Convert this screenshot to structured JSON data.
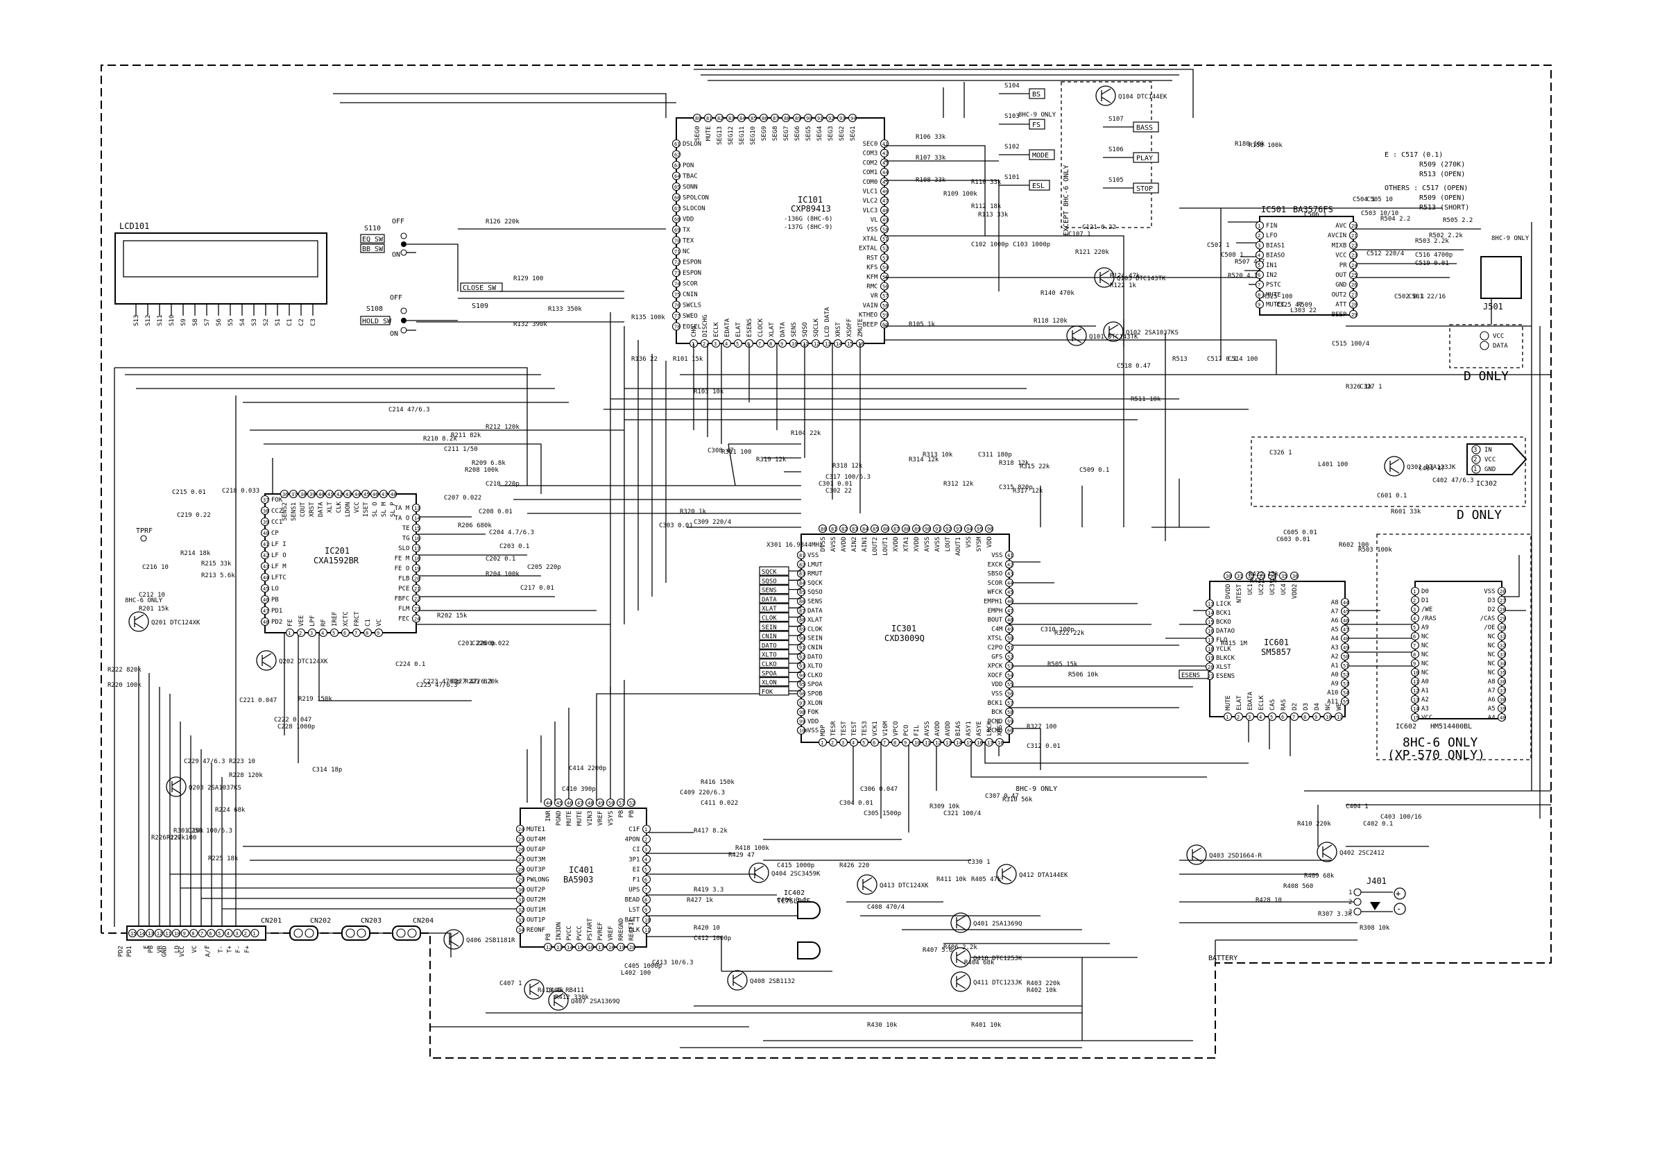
{
  "lcd": {
    "name": "LCD101",
    "pins": [
      "S13",
      "S12",
      "S11",
      "S10",
      "S9",
      "S8",
      "S7",
      "S6",
      "S5",
      "S4",
      "S3",
      "S2",
      "S1",
      "C1",
      "C2",
      "C3"
    ]
  },
  "chips": {
    "ic101": {
      "name": "IC101",
      "part": "CXP89413",
      "note1": "-136G (8HC-6)",
      "note2": "-137G (8HC-9)",
      "pins_left": [
        "DSLON",
        "",
        "PON",
        "TBAC",
        "SONN",
        "SPOLCON",
        "SLOCON",
        "VDD",
        "TX",
        "TEX",
        "NC",
        "ESPON",
        "ESPON",
        "SCOR",
        "CNIN",
        "SWCLS",
        "SWEO",
        "EOSEL"
      ],
      "pins_right": [
        "SEC0",
        "COM3",
        "COM2",
        "COM1",
        "COM0",
        "VLC1",
        "VLC2",
        "VLC3",
        "VL",
        "VSS",
        "XTAL",
        "EXTAL",
        "RST",
        "KFS",
        "KFM",
        "RMC",
        "VR",
        "VAIN",
        "KTHEO",
        "BEEP"
      ],
      "pins_bottom": [
        "CHG",
        "DISCHG",
        "ECLK",
        "EDATA",
        "ELAT",
        "ESENS",
        "CLOCK",
        "XLAT",
        "DATA",
        "SENS",
        "SQSO",
        "SQCLK",
        "LCD DATA",
        "XRST",
        "XSOFF",
        "ZMUTE"
      ],
      "pins_top": [
        "SEG0",
        "MUTE",
        "SEG13",
        "SEG12",
        "SEG11",
        "SEG10",
        "SEG9",
        "SEG8",
        "SEG7",
        "SEG6",
        "SEG5",
        "SEG4",
        "SEG3",
        "SEG2",
        "SEG1"
      ]
    },
    "ic201": {
      "name": "IC201",
      "part": "CXA1592BR",
      "pins_left": [
        "FOK",
        "CC2",
        "CC1",
        "CP",
        "LF I",
        "LF O",
        "LF M",
        "LFTC",
        "LO",
        "PB",
        "PD1",
        "PD2"
      ],
      "pins_right": [
        "TA M",
        "TA O",
        "TE",
        "TG",
        "SLO",
        "FE M",
        "FE O",
        "FLB",
        "PCE",
        "FBFC",
        "FLM",
        "FEC"
      ],
      "pins_top": [
        "SENS2",
        "SENS1",
        "COUT",
        "XRST",
        "DATA",
        "XLT",
        "CLK",
        "LDON",
        "VCC",
        "ISET",
        "SL O",
        "SL M",
        "SL P"
      ],
      "pins_bottom": [
        "FE",
        "VEE",
        "LPF",
        "RF",
        "IREF",
        "XCTC",
        "FRCT",
        "C1",
        "VC"
      ]
    },
    "ic301": {
      "name": "IC301",
      "part": "CXD3009Q",
      "pins_left": [
        "VSS",
        "LMUT",
        "RMUT",
        "SQCK",
        "SQSO",
        "SENS",
        "DATA",
        "XLAT",
        "CLOK",
        "SEIN",
        "CNIN",
        "DATO",
        "XLTO",
        "CLKO",
        "SPOA",
        "SPOB",
        "XLON",
        "FOK",
        "VDD",
        "VSS"
      ],
      "pins_right": [
        "VSS",
        "EXCK",
        "SBSO",
        "SCOR",
        "WFCK",
        "EMPH1",
        "EMPH",
        "BOUT",
        "C4M",
        "XTSL",
        "C2PO",
        "GFS",
        "XPCK",
        "XOCF",
        "VDD",
        "VSS",
        "BCK1",
        "BCK",
        "PCMD",
        "PCMD"
      ],
      "pins_top": [
        "DVSS",
        "AVSS",
        "AVDD",
        "AIN2",
        "AIN1",
        "LOUT2",
        "LOUT1",
        "XVDD",
        "XTA1",
        "XVDD",
        "AVSS",
        "AVSS",
        "LOUT",
        "AOUT1",
        "VSS",
        "SYSM",
        "VDD"
      ],
      "pins_bottom": [
        "MDP",
        "TESR",
        "TEST",
        "TEST",
        "TES3",
        "VCK1",
        "V16M",
        "VPCO",
        "PCO",
        "FIL",
        "AVSS",
        "AVDD",
        "AVDD",
        "BIAS",
        "ASY1",
        "ASYE",
        "LRCK",
        "XRST"
      ]
    },
    "ic401": {
      "name": "IC401",
      "part": "BA5903",
      "pins_left": [
        "MUTE1",
        "OUT4M",
        "OUT4P",
        "OUT3M",
        "OUT3P",
        "PWLONG",
        "OUT2P",
        "OUT2M",
        "OUT1M",
        "OUT1P",
        "REONF"
      ],
      "pins_right": [
        "C1F",
        "4PON",
        "CI",
        "3P1",
        "EI",
        "F1",
        "UPS",
        "BEAD",
        "LST",
        "BATT",
        "CLK"
      ],
      "pins_top": [
        "INR",
        "PGND",
        "MUTE",
        "MUTE",
        "VIN3",
        "VREF",
        "VSYS",
        "PB",
        "PB"
      ],
      "pins_bottom": [
        "P8",
        "IN3DN",
        "PVCC",
        "PVCC",
        "PSTART",
        "PVREF",
        "VREF",
        "RREGND",
        "REGFIL"
      ]
    },
    "ic501": {
      "name": "IC501",
      "part": "BA3576FS",
      "pins_left": [
        "FIN",
        "LFO",
        "BIAS1",
        "BIASO",
        "IN1",
        "IN2",
        "PSTC",
        "MUTE",
        "MUTEC"
      ],
      "pins_right": [
        "AVC",
        "AVCIN",
        "MIXB",
        "VCC",
        "PR",
        "OUT",
        "GND",
        "OUT2",
        "ATT",
        "BEEP"
      ]
    },
    "ic601": {
      "name": "IC601",
      "part": "SM5857",
      "pins_left": [
        "LICK",
        "BCK1",
        "BCKO",
        "DATAO",
        "FLO",
        "YCLK",
        "BLKCK",
        "XLST",
        "ESENS"
      ],
      "pins_right": [
        "A8",
        "A7",
        "A6",
        "A5",
        "A4",
        "A3",
        "A2",
        "A1",
        "A0",
        "A9",
        "A10",
        "A11"
      ],
      "pins_top": [
        "DVDD",
        "NTEST",
        "UC1",
        "UC2",
        "UC3",
        "UC4",
        "VDD2"
      ],
      "pins_bottom": [
        "MUTE",
        "ELAT",
        "EDATA",
        "ECLK",
        "CAS",
        "RAS",
        "D2",
        "D3",
        "D4",
        "NC",
        "WE"
      ]
    },
    "ic602": {
      "name": "IC602",
      "part": "HM514400BL",
      "pins_left": [
        "D0",
        "D1",
        "/WE",
        "/RAS",
        "A9",
        "NC",
        "NC",
        "NC",
        "NC",
        "NC",
        "A0",
        "A1",
        "A2",
        "A3",
        "VCC"
      ],
      "pins_right": [
        "VSS",
        "D3",
        "D2",
        "/CAS",
        "/OE",
        "NC",
        "NC",
        "NC",
        "NC",
        "NC",
        "A8",
        "A7",
        "A6",
        "A5",
        "A4"
      ]
    },
    "ic302": {
      "name": "IC302",
      "pins": [
        "IN",
        "VCC",
        "GND"
      ]
    },
    "ic402": {
      "name": "IC402",
      "part": "TC7SL00F"
    }
  },
  "switches": {
    "s110": {
      "name": "S110",
      "pos1": "EQ SW",
      "pos2": "BB SW",
      "off": "OFF",
      "on": "ON"
    },
    "s108": {
      "name": "S108",
      "pos1": "HOLD SW",
      "off": "OFF",
      "on": "ON"
    },
    "s109": {
      "name": "S109",
      "label": "CLOSE SW"
    },
    "front": [
      {
        "name": "S104",
        "key": "BS"
      },
      {
        "name": "S103",
        "key": "FS"
      },
      {
        "name": "S102",
        "key": "MODE"
      },
      {
        "name": "S101",
        "key": "ESL"
      },
      {
        "name": "S107",
        "key": "BASS"
      },
      {
        "name": "S106",
        "key": "PLAY"
      },
      {
        "name": "S105",
        "key": "STOP"
      }
    ]
  },
  "transistors": [
    "Q101 DTC143TK",
    "Q102 2SA1037KS",
    "Q103 DTC143TK",
    "Q104 DTC144EK",
    "Q201 DTC124XK",
    "Q202 DTC124XK",
    "Q203 2SA1037KS",
    "Q301 DTA123JK",
    "Q401 2SA1369Q",
    "Q402 2SC2412",
    "Q403 2SD1664-R",
    "Q404 2SC3459K",
    "Q405 RB411",
    "Q406 2SB1181R",
    "Q407 2SA1369Q",
    "Q408 2SB1132",
    "Q410 DTC125JK",
    "Q411 DTC123JK",
    "Q412 DTA144EK",
    "Q413 DTC124XK"
  ],
  "connectors": {
    "cn201": {
      "name": "CN201",
      "pins": [
        "PD2",
        "PD1",
        "E",
        "PB",
        "VR",
        "GND",
        "LD",
        "VCC",
        "VC",
        "F",
        "A/-",
        "T-",
        "T+",
        "F-",
        "F+"
      ]
    },
    "cn202": "CN202",
    "cn203": "CN203",
    "cn204": "CN204",
    "j401": "J401",
    "j501": "J501",
    "battery": "BATTERY",
    "tprf": "TPRF"
  },
  "notes": {
    "region_e": "E : C517 (0.1)",
    "e_r509": "R509 (270K)",
    "e_r513": "R513 (OPEN)",
    "region_others": "OTHERS : C517 (OPEN)",
    "o_r509": "R509 (OPEN)",
    "o_r513": "R513 (SHORT)",
    "d_only_1": "D ONLY",
    "d_only_2": "D ONLY",
    "bhc6_only": "8HC-6 ONLY",
    "xp570_only": "(XP-570 ONLY)",
    "bhc9_only": "8HC-9 ONLY",
    "except_bhc6": "EXCEPT 8HC-6 ONLY",
    "bhc6_tag": "8HC-6 ONLY",
    "bhc9_tag": "8HC-9 ONLY"
  },
  "components": [
    "R126 220k",
    "R129 100",
    "R132 390k",
    "R133 350k",
    "R135 100k",
    "R136 22",
    "R101 15k",
    "R103 10k",
    "R104 22k",
    "R105 1k",
    "R106 33k",
    "R107 33k",
    "R108 33k",
    "R109 100k",
    "R110 33k",
    "R112 18k",
    "R113 33k",
    "R118 120k",
    "R121 220k",
    "R122 1k",
    "R124 47k",
    "R140 470k",
    "R158 100k",
    "R180 10k",
    "C107 1",
    "C121 0.22",
    "C102 1000p",
    "C103 1000p",
    "C214 47/6.3",
    "R212 120k",
    "R211 82k",
    "R210 8.2k",
    "C211 1/50",
    "R209 6.8k",
    "C210 220p",
    "R208 100k",
    "C207 0.022",
    "C208 0.01",
    "R206 680k",
    "C204 4.7/6.3",
    "C203 0.1",
    "C202 0.1",
    "R204 100k",
    "C205 220p",
    "C217 0.01",
    "C215 0.01",
    "C218 0.033",
    "C219 0.22",
    "R214 18k",
    "R215 33k",
    "R213 5.6k",
    "C216 10",
    "C212 10",
    "R201 15k",
    "R202 15k",
    "C201 2200p",
    "C226 0.022",
    "C223 4700p",
    "C224 0.1",
    "C225 47/6.3",
    "C227 47/6.3",
    "R221 820k",
    "R222 820k",
    "R220 100k",
    "R219 150k",
    "C221 0.047",
    "C222 0.047",
    "C228 1000p",
    "C229 47/6.3",
    "R223 10",
    "R228 120k",
    "R224 68k",
    "R225 18k",
    "R226 120k",
    "R227 100",
    "C250 100/6.3",
    "R301 10k",
    "C314 18p",
    "X301 16.9344MHz",
    "R314 12k",
    "R313 10k",
    "C311 180p",
    "R315 22k",
    "R318 12k",
    "R312 12k",
    "C315 820p",
    "R317 12k",
    "R319 12k",
    "R318 12k",
    "C301 0.01",
    "C302 22",
    "C317 100/6.3",
    "R320 1k",
    "C303 0.01",
    "C309 220/4",
    "C308 47",
    "R311 100",
    "R327 100",
    "C312 0.01",
    "C310 100p",
    "R322 22k",
    "R505 15k",
    "R506 10k",
    "C509 0.1",
    "R511 10k",
    "C517 0.1",
    "C518 0.47",
    "R513",
    "C514 100",
    "R509",
    "C515 100/4",
    "C512 220/4",
    "R504 2.2",
    "R503 2.2k",
    "R502 2.2k",
    "R505 2.2",
    "C516 4700p",
    "C519 0.01",
    "C501 22/16",
    "C502 0.1",
    "C503 10/10",
    "C504 1",
    "C505 10",
    "C506 1",
    "C507 1",
    "C508 1",
    "R507 4.7",
    "R520 4.7",
    "R325 100",
    "C325 47",
    "L303 22",
    "R326 1k",
    "C327 1",
    "C326 1",
    "L401 100",
    "C404 47",
    "C402 47/6.3",
    "C601 0.1",
    "R601 33k",
    "C605 0.01",
    "C603 0.01",
    "R602 100",
    "R503 100k",
    "R422 15k",
    "R421 1M",
    "R415 1M",
    "R416 150k",
    "C414 2200p",
    "C410 390p",
    "C409 220/6.3",
    "C411 0.022",
    "R417 8.2k",
    "R429 47",
    "R418 100k",
    "R419 3.3",
    "R427 1k",
    "R420 10",
    "C412 1000p",
    "C413 10/6.3",
    "L402 100",
    "C407 1",
    "R413 1k",
    "R412 330k",
    "C405 1000p",
    "C415 1000p",
    "C406 0.1",
    "R426 220",
    "C408 470/4",
    "R411 10k",
    "R405 47k",
    "R430 10k",
    "R401 10k",
    "R402 10k",
    "R403 220k",
    "R404 68k",
    "R406 2.2k",
    "R407 5.6",
    "R408 560",
    "R428 10",
    "R409 68k",
    "R410 220k",
    "C404 1",
    "C403 100/16",
    "C402 0.1",
    "R307 3.3k",
    "R308 10k",
    "C306 0.047",
    "C304 0.01",
    "C305 1500p",
    "R309 10k",
    "C321 100/4",
    "C330 1",
    "C307 0.47",
    "R310 56k"
  ],
  "network_labels": [
    "SQCK",
    "SQSO",
    "SENS",
    "DATA",
    "XLAT",
    "CLOK",
    "SEIN",
    "CNIN",
    "DATO",
    "XLTO",
    "CLKO",
    "SPOA",
    "XLON",
    "FOK",
    "ESENS"
  ],
  "bottom_bhc9_only": "8HC-9 ONLY"
}
